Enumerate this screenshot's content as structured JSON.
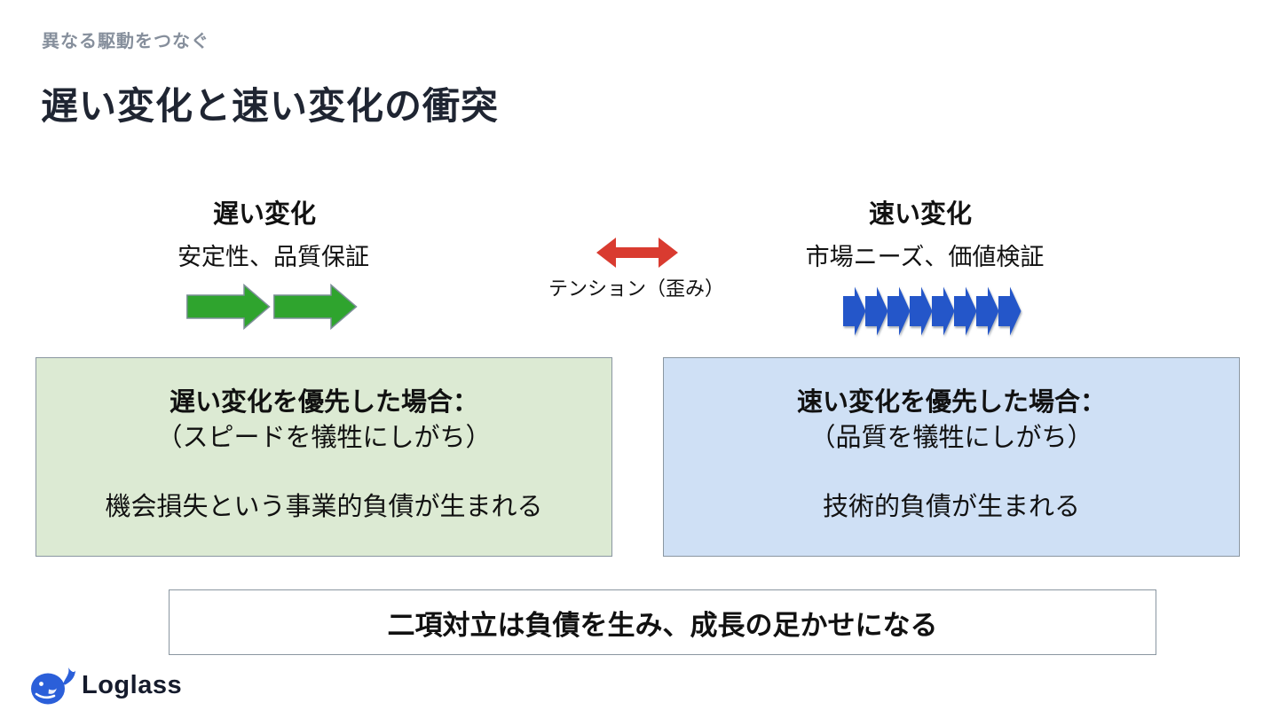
{
  "slide": {
    "eyebrow": "異なる駆動をつなぐ",
    "title": "遅い変化と速い変化の衝突",
    "title_color": "#1f2532",
    "eyebrow_color": "#868f9c"
  },
  "comparison": {
    "slow": {
      "heading": "遅い変化",
      "subheading": "安定性、品質保証"
    },
    "tension": {
      "label": "テンション（歪み）",
      "arrow_color": "#d93b30"
    },
    "fast": {
      "heading": "速い変化",
      "subheading": "市場ニーズ、価値検証"
    }
  },
  "arrow_groups": {
    "slow": {
      "count": 2,
      "color": "#2fa42e",
      "style": "block"
    },
    "fast": {
      "count": 8,
      "color": "#2456c9",
      "style": "chevron"
    }
  },
  "boxes": {
    "slow": {
      "title": "遅い変化を優先した場合：",
      "subtitle": "（スピードを犠牲にしがち）",
      "result": "機会損失という事業的負債が生まれる",
      "bg": "#dcead3"
    },
    "fast": {
      "title": "速い変化を優先した場合：",
      "subtitle": "（品質を犠牲にしがち）",
      "result": "技術的負債が生まれる",
      "bg": "#cfe0f5"
    }
  },
  "conclusion": {
    "text": "二項対立は負債を生み、成長の足かせになる"
  },
  "footer": {
    "brand": "Loglass",
    "brand_color": "#151b2c",
    "whale_color": "#2b5fd9"
  }
}
